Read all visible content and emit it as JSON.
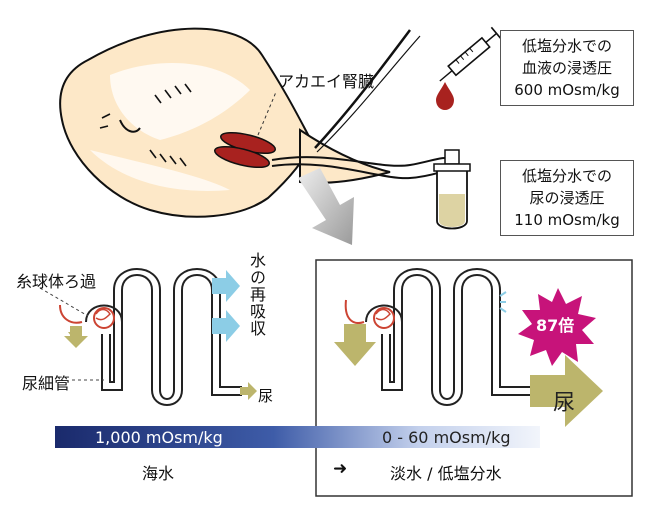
{
  "labels": {
    "kidney": "アカエイ腎臓",
    "blood_box": [
      "低塩分水での",
      "血液の浸透圧",
      "600 mOsm/kg"
    ],
    "urine_box": [
      "低塩分水での",
      "尿の浸透圧",
      "110 mOsm/kg"
    ],
    "glomerulus": "糸球体ろ過",
    "tubule": "尿細管",
    "reabsorption": "水の再吸収",
    "urine_small": "尿",
    "urine_big": "尿",
    "fold": "87倍",
    "gradient_sea": "1,000 mOsm/kg",
    "gradient_fresh": "0 - 60 mOsm/kg",
    "seawater": "海水",
    "arrow": "➜",
    "freshwater": "淡水 / 低塩分水"
  },
  "colors": {
    "ray_fill": "#fde8c8",
    "kidney": "#a8221f",
    "blood_drop": "#a8221f",
    "urine": "#ddd3a3",
    "arrow_cyan": "#8ccde6",
    "arrow_olive": "#bcb56c",
    "burst": "#c7137a",
    "gradient_dark": "#1a2a6c"
  },
  "icons": [
    "stingray-illustration",
    "syringe-icon",
    "blood-drop-icon",
    "urine-test-tube-icon",
    "down-arrow-icon",
    "glomerulus-icon",
    "tubule-icon",
    "starburst-icon"
  ]
}
